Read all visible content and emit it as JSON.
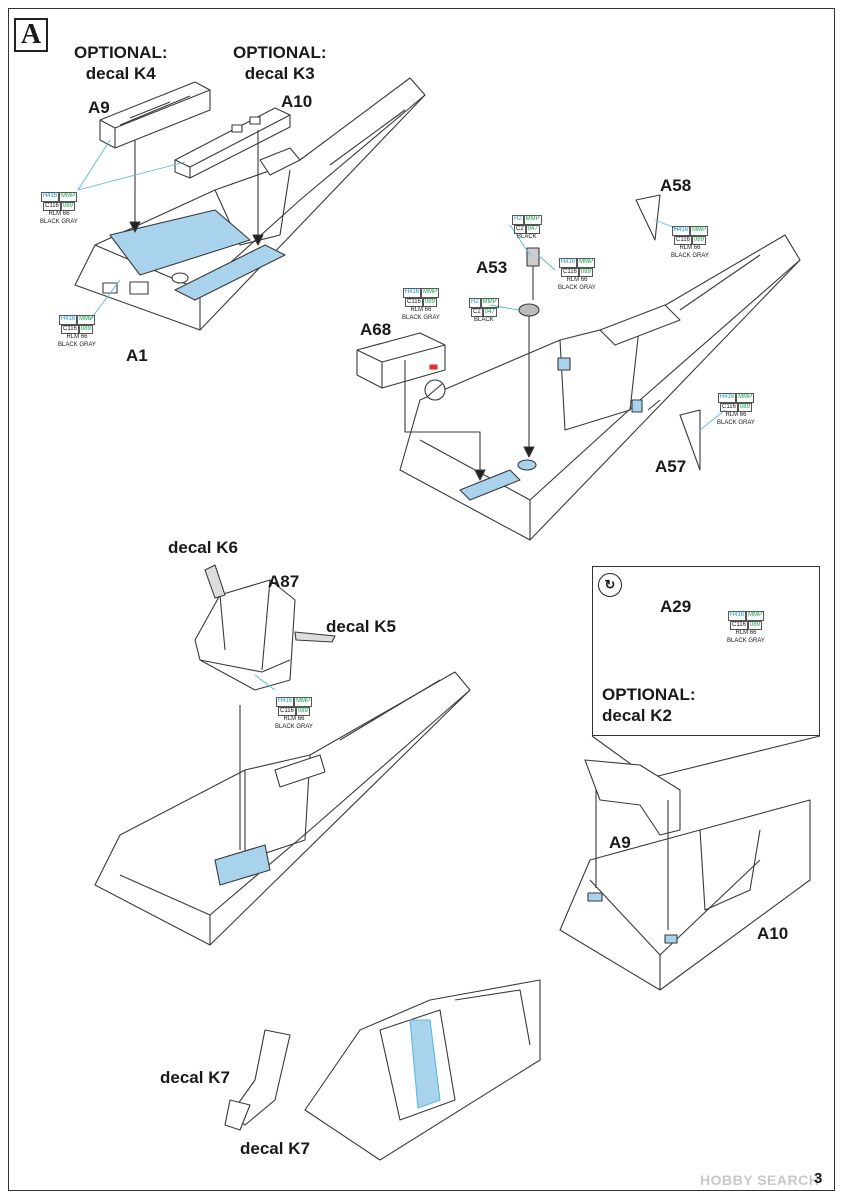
{
  "step": "A",
  "labels": {
    "optional_k4_line1": "OPTIONAL:",
    "optional_k4_line2": "decal K4",
    "optional_k3_line1": "OPTIONAL:",
    "optional_k3_line2": "decal K3",
    "a9_top": "A9",
    "a10_top": "A10",
    "a1": "A1",
    "a58": "A58",
    "a53": "A53",
    "a68": "A68",
    "a57": "A57",
    "decal_k6": "decal K6",
    "a87": "A87",
    "decal_k5": "decal K5",
    "a29": "A29",
    "optional_k2_line1": "OPTIONAL:",
    "optional_k2_line2": "decal K2",
    "a9_bottom": "A9",
    "a10_bottom": "A10",
    "decal_k7_a": "decal K7",
    "decal_k7_b": "decal K7"
  },
  "paint_rlm66": {
    "h": "H416",
    "mmp": "MMP",
    "c": "C116",
    "num": "089",
    "name1": "RLM 66",
    "name2": "BLACK GRAY"
  },
  "paint_black": {
    "h": "H2",
    "mmp": "MMP",
    "c": "C2",
    "num": "047",
    "name1": "BLACK"
  },
  "inset_icon": "↻",
  "watermark": "HOBBY SEARCH",
  "page_number": "3",
  "colors": {
    "highlight": "#a9d3ec",
    "leader": "#5bb8e0",
    "line": "#3a3a3a"
  }
}
